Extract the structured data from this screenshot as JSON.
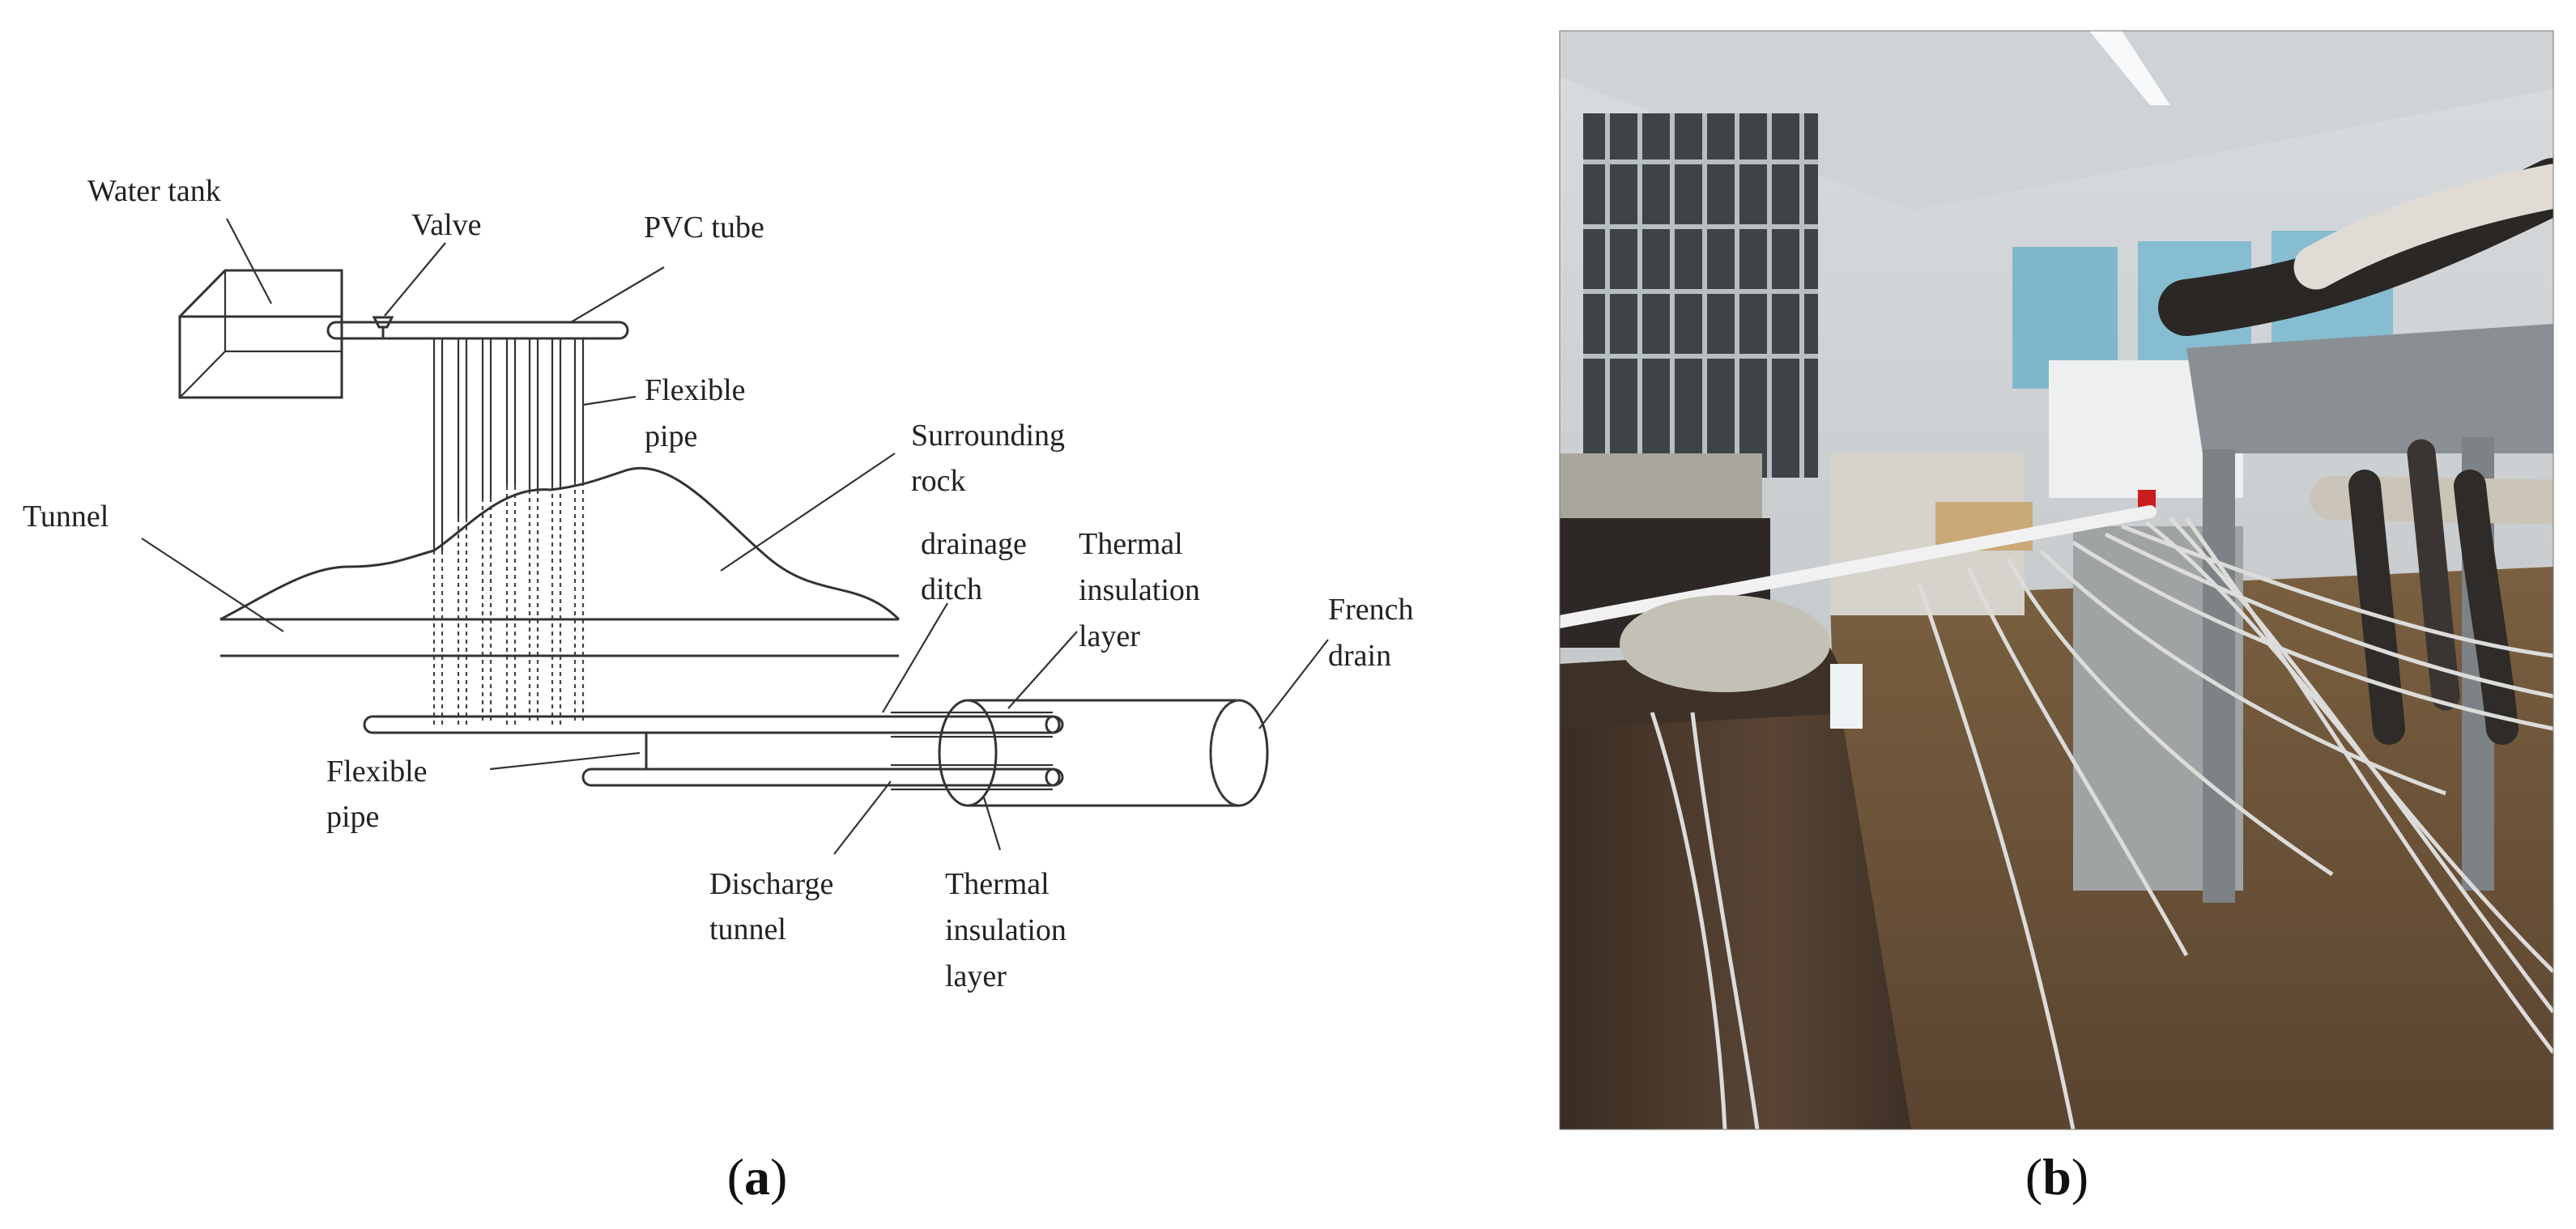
{
  "diagram": {
    "labels": {
      "water_tank": "Water tank",
      "valve": "Valve",
      "pvc_tube": "PVC tube",
      "flexible_pipe_top": [
        "Flexible",
        "pipe"
      ],
      "surrounding_rock": [
        "Surrounding",
        "rock"
      ],
      "tunnel": "Tunnel",
      "drainage_ditch": [
        "drainage",
        "ditch"
      ],
      "thermal_insulation_top": [
        "Thermal",
        "insulation",
        "layer"
      ],
      "french_drain": [
        "French",
        "drain"
      ],
      "flexible_pipe_bottom": [
        "Flexible",
        "pipe"
      ],
      "discharge_tunnel": [
        "Discharge",
        "tunnel"
      ],
      "thermal_insulation_bottom": [
        "Thermal",
        "insulation",
        "layer"
      ]
    },
    "captions": {
      "a": [
        "(",
        "a",
        ")"
      ],
      "b": [
        "(",
        "b",
        ")"
      ]
    }
  },
  "photo": {
    "colors": {
      "ceiling": "#d2d6d8",
      "wall": "#c9ced0",
      "floor": "#6a5238",
      "barrel": "#4a3a2e",
      "frame": "#8a8f93",
      "tube": "#e8e8e8",
      "poster": "#7fb8cc"
    }
  }
}
